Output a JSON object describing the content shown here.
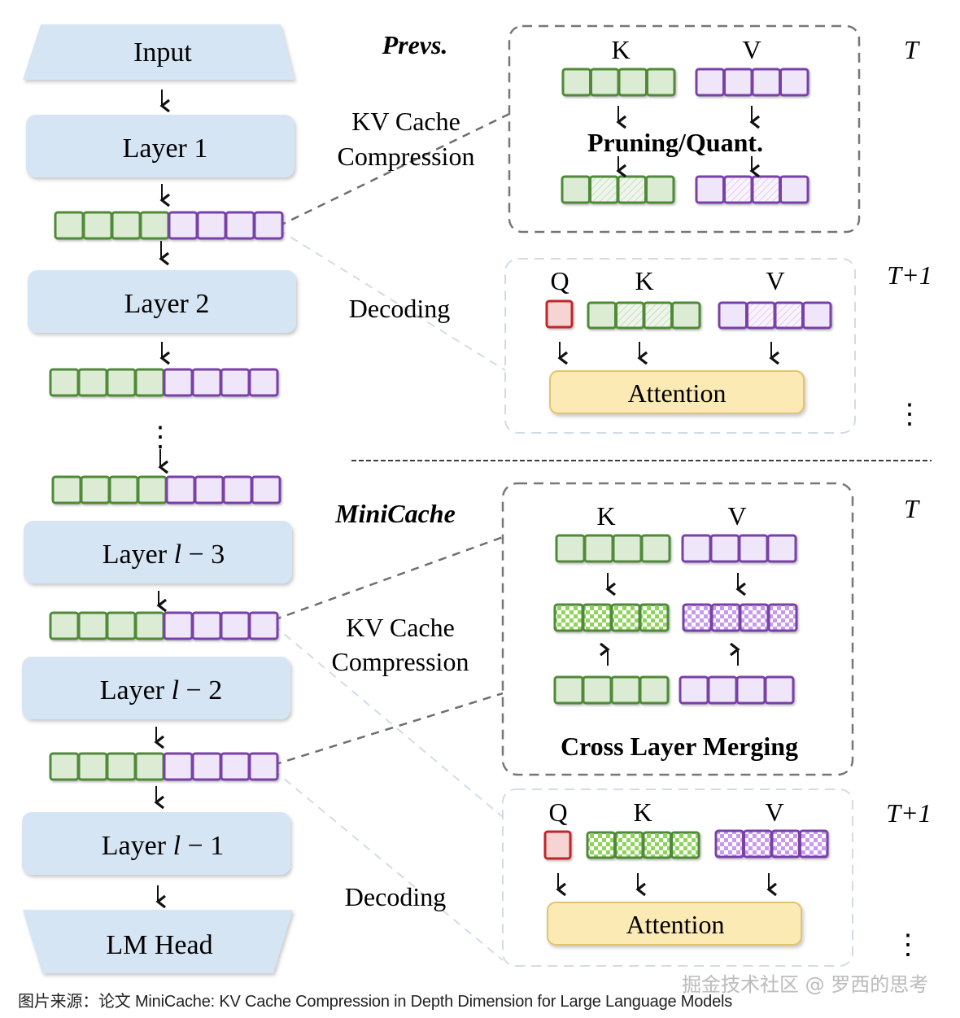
{
  "pipeline": {
    "input_label": "Input",
    "layers": [
      {
        "label": "Layer 1"
      },
      {
        "label": "Layer 2"
      },
      {
        "label": "Layer l − 3",
        "prefix": "Layer ",
        "var": "l",
        "suffix": " − 3"
      },
      {
        "label": "Layer l − 2",
        "prefix": "Layer ",
        "var": "l",
        "suffix": " − 2"
      },
      {
        "label": "Layer l − 1",
        "prefix": "Layer ",
        "var": "l",
        "suffix": " − 1"
      }
    ],
    "output_label": "LM Head",
    "kv_block": {
      "k_cells": 4,
      "v_cells": 4
    },
    "ellipsis": "⋮"
  },
  "colors": {
    "layer_fill": "#d6e5f4",
    "k_fill": "#dcebd3",
    "k_stroke": "#4f8a38",
    "k_check": "#8fd45a",
    "v_fill": "#efe7f9",
    "v_stroke": "#7a3fa9",
    "v_check": "#c79aee",
    "q_fill": "#f7d4d4",
    "q_stroke": "#c0282a",
    "attention_fill": "#fbeab4",
    "attention_stroke": "#e3c46e",
    "dash_dark": "#6e6e6e",
    "dash_light": "#d2dce6"
  },
  "prev_section": {
    "title": "Prevs.",
    "compression_label_line1": "KV Cache",
    "compression_label_line2": "Compression",
    "decoding_label": "Decoding",
    "compress_box": {
      "k_label": "K",
      "v_label": "V",
      "method_label": "Pruning/Quant.",
      "time_label": "T",
      "compressed_k_pattern": [
        "solid",
        "hatched",
        "hatched",
        "solid"
      ],
      "compressed_v_pattern": [
        "solid",
        "hatched",
        "hatched",
        "solid"
      ]
    },
    "decode_box": {
      "q_label": "Q",
      "k_label": "K",
      "v_label": "V",
      "attention_label": "Attention",
      "time_label": "T+1",
      "k_pattern": [
        "solid",
        "hatched",
        "hatched",
        "solid"
      ],
      "v_pattern": [
        "solid",
        "hatched",
        "hatched",
        "solid"
      ],
      "continuation": "⋮"
    }
  },
  "minicache_section": {
    "title": "MiniCache",
    "compression_label_line1": "KV Cache",
    "compression_label_line2": "Compression",
    "decoding_label": "Decoding",
    "merge_box": {
      "k_label": "K",
      "v_label": "V",
      "method_label": "Cross Layer Merging",
      "time_label": "T",
      "merged_pattern": "checkered"
    },
    "decode_box": {
      "q_label": "Q",
      "k_label": "K",
      "v_label": "V",
      "attention_label": "Attention",
      "time_label": "T+1",
      "kv_pattern": "checkered",
      "continuation": "⋮"
    }
  },
  "footer": {
    "caption": "图片来源：论文 MiniCache: KV Cache Compression in Depth Dimension for Large Language Models",
    "watermark": "掘金技术社区 @ 罗西的思考"
  }
}
